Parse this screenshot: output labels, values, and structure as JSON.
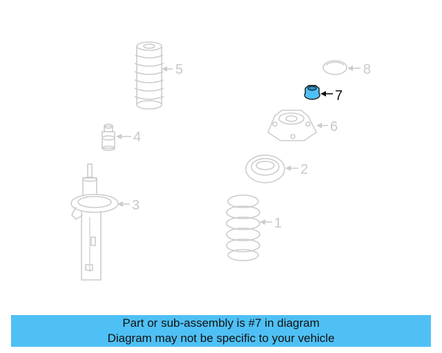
{
  "diagram": {
    "callouts": [
      {
        "id": "1",
        "label": "1",
        "highlighted": false
      },
      {
        "id": "2",
        "label": "2",
        "highlighted": false
      },
      {
        "id": "3",
        "label": "3",
        "highlighted": false
      },
      {
        "id": "4",
        "label": "4",
        "highlighted": false
      },
      {
        "id": "5",
        "label": "5",
        "highlighted": false
      },
      {
        "id": "6",
        "label": "6",
        "highlighted": false
      },
      {
        "id": "7",
        "label": "7",
        "highlighted": true
      },
      {
        "id": "8",
        "label": "8",
        "highlighted": false
      }
    ],
    "highlight_color": "#4fc0f5",
    "line_color": "#cccccc"
  },
  "banner": {
    "line1": "Part or sub-assembly is #7 in diagram",
    "line2": "Diagram may not be specific to your vehicle",
    "background": "#4fc0f5"
  }
}
